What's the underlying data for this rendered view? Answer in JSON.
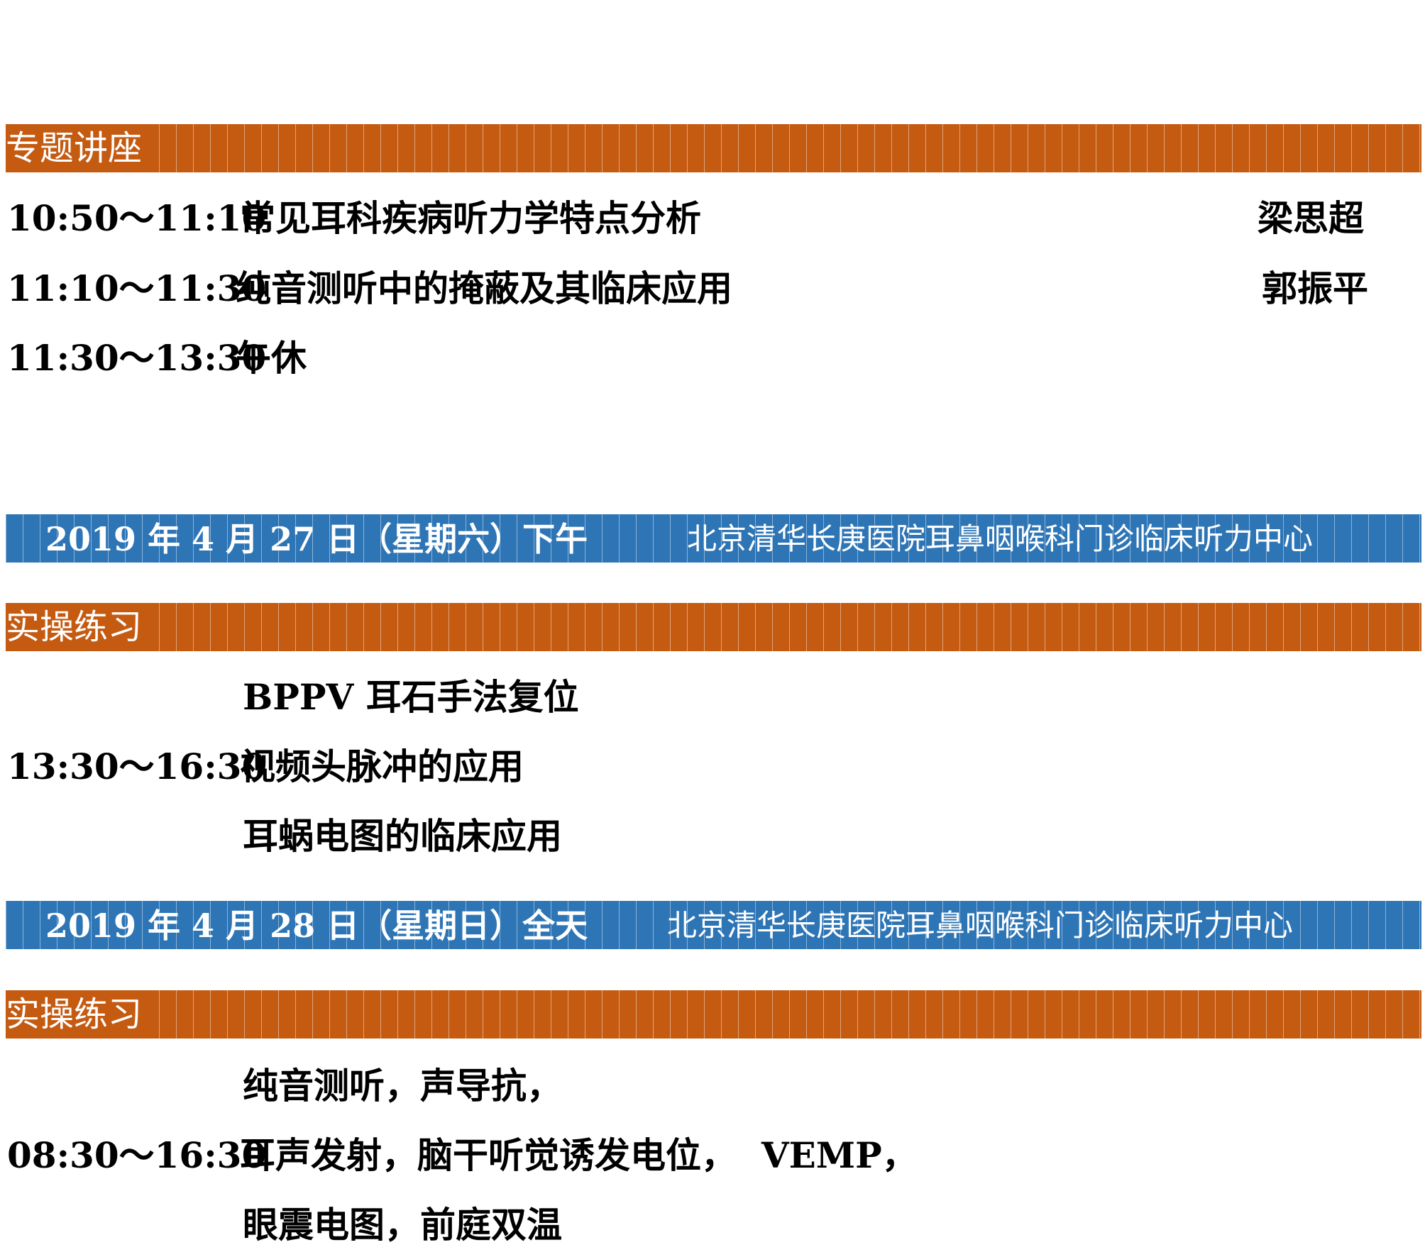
{
  "lecture": {
    "header": "专题讲座",
    "rows": [
      {
        "time": "10:50～11:10",
        "topic": "常见耳科疾病听力学特点分析",
        "speaker": "梁思超"
      },
      {
        "time": "11:10～11:30",
        "topic": "纯音测听中的掩蔽及其临床应用",
        "speaker": "郭振平"
      },
      {
        "time": "11:30～13:30",
        "topic": "午休"
      }
    ]
  },
  "day2": {
    "date": "2019 年 4 月 27 日（星期六）下午",
    "location": "北京清华长庚医院耳鼻咽喉科门诊临床听力中心",
    "header": "实操练习",
    "time": "13:30～16:30",
    "items": [
      "BPPV 耳石手法复位",
      "视频头脉冲的应用",
      "耳蜗电图的临床应用"
    ]
  },
  "day3": {
    "date": "2019 年 4 月 28 日（星期日）全天",
    "location": "北京清华长庚医院耳鼻咽喉科门诊临床听力中心",
    "header": "实操练习",
    "time": "08:30～16:30",
    "items": [
      "纯音测听，声导抗，",
      "耳声发射，脑干听觉诱发电位，  VEMP，",
      "眼震电图，前庭双温"
    ]
  },
  "colors": {
    "orange": "#c55a11",
    "blue": "#2e75b6"
  }
}
